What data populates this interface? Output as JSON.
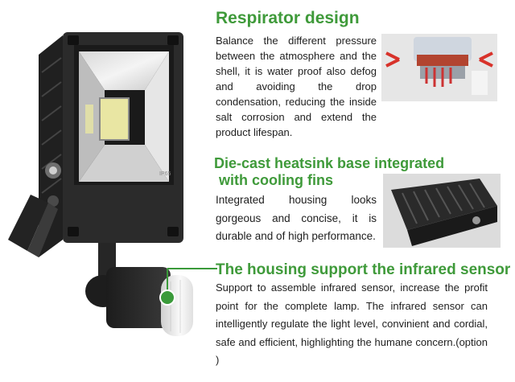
{
  "sections": [
    {
      "heading": "Respirator design",
      "body": "Balance the different pressure between the atmosphere and the shell, it is water proof also defog and avoiding the drop condensation, reducing the inside salt corrosion and extend the product lifespan."
    },
    {
      "heading_line1": "Die-cast heatsink base integrated",
      "heading_line2": "with cooling fins",
      "body": "Integrated housing looks gorgeous and concise, it is durable and of high performance."
    },
    {
      "heading": "The housing support the infrared sensor",
      "body": "Support to assemble infrared sensor, increase the profit point for the complete lamp. The infrared sensor can intelligently regulate the light level, convinient and cordial, safe and efficient, highlighting the humane concern.(option )"
    }
  ],
  "product": {
    "rating_label": "IP65"
  },
  "colors": {
    "heading_green": "#3f9a3a",
    "callout_green": "#3a9a3a",
    "housing": "#2b2b2b"
  }
}
